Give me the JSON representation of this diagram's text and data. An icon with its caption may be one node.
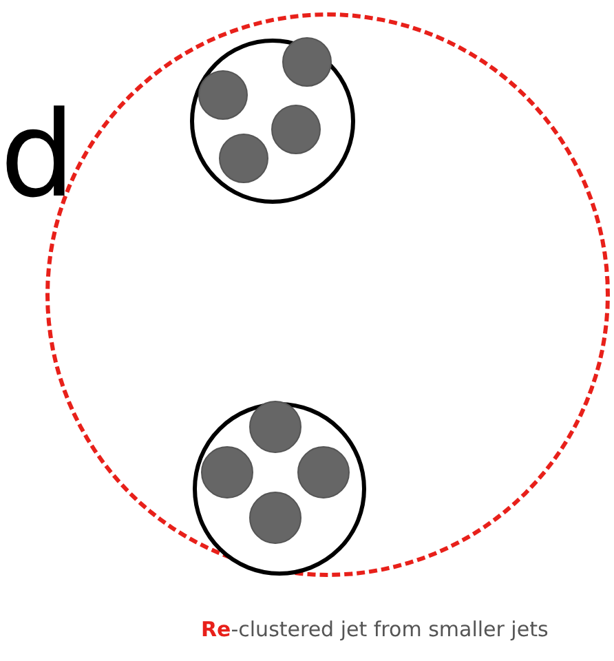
{
  "diagram": {
    "caption": "**Re**-clustered jet from smaller jets",
    "nodes": [
      {
        "text": [],
        "shape": "circle"
      },
      {
        "text": [],
        "shape": "circle",
        "in": 0
      },
      {
        "text": [],
        "shape": "circle",
        "in": 0
      },
      {
        "text": [],
        "shape": "circle",
        "in": 1
      },
      {
        "text": [],
        "shape": "circle",
        "in": 1
      },
      {
        "text": [],
        "shape": "circle",
        "in": 1
      },
      {
        "text": [],
        "shape": "circle",
        "in": 1
      },
      {
        "text": [],
        "shape": "circle",
        "in": 2
      },
      {
        "text": [],
        "shape": "circle",
        "in": 2
      },
      {
        "text": [],
        "shape": "circle",
        "in": 2
      },
      {
        "text": [],
        "shape": "circle",
        "in": 2
      }
    ],
    "labels": [
      "d"
    ]
  }
}
